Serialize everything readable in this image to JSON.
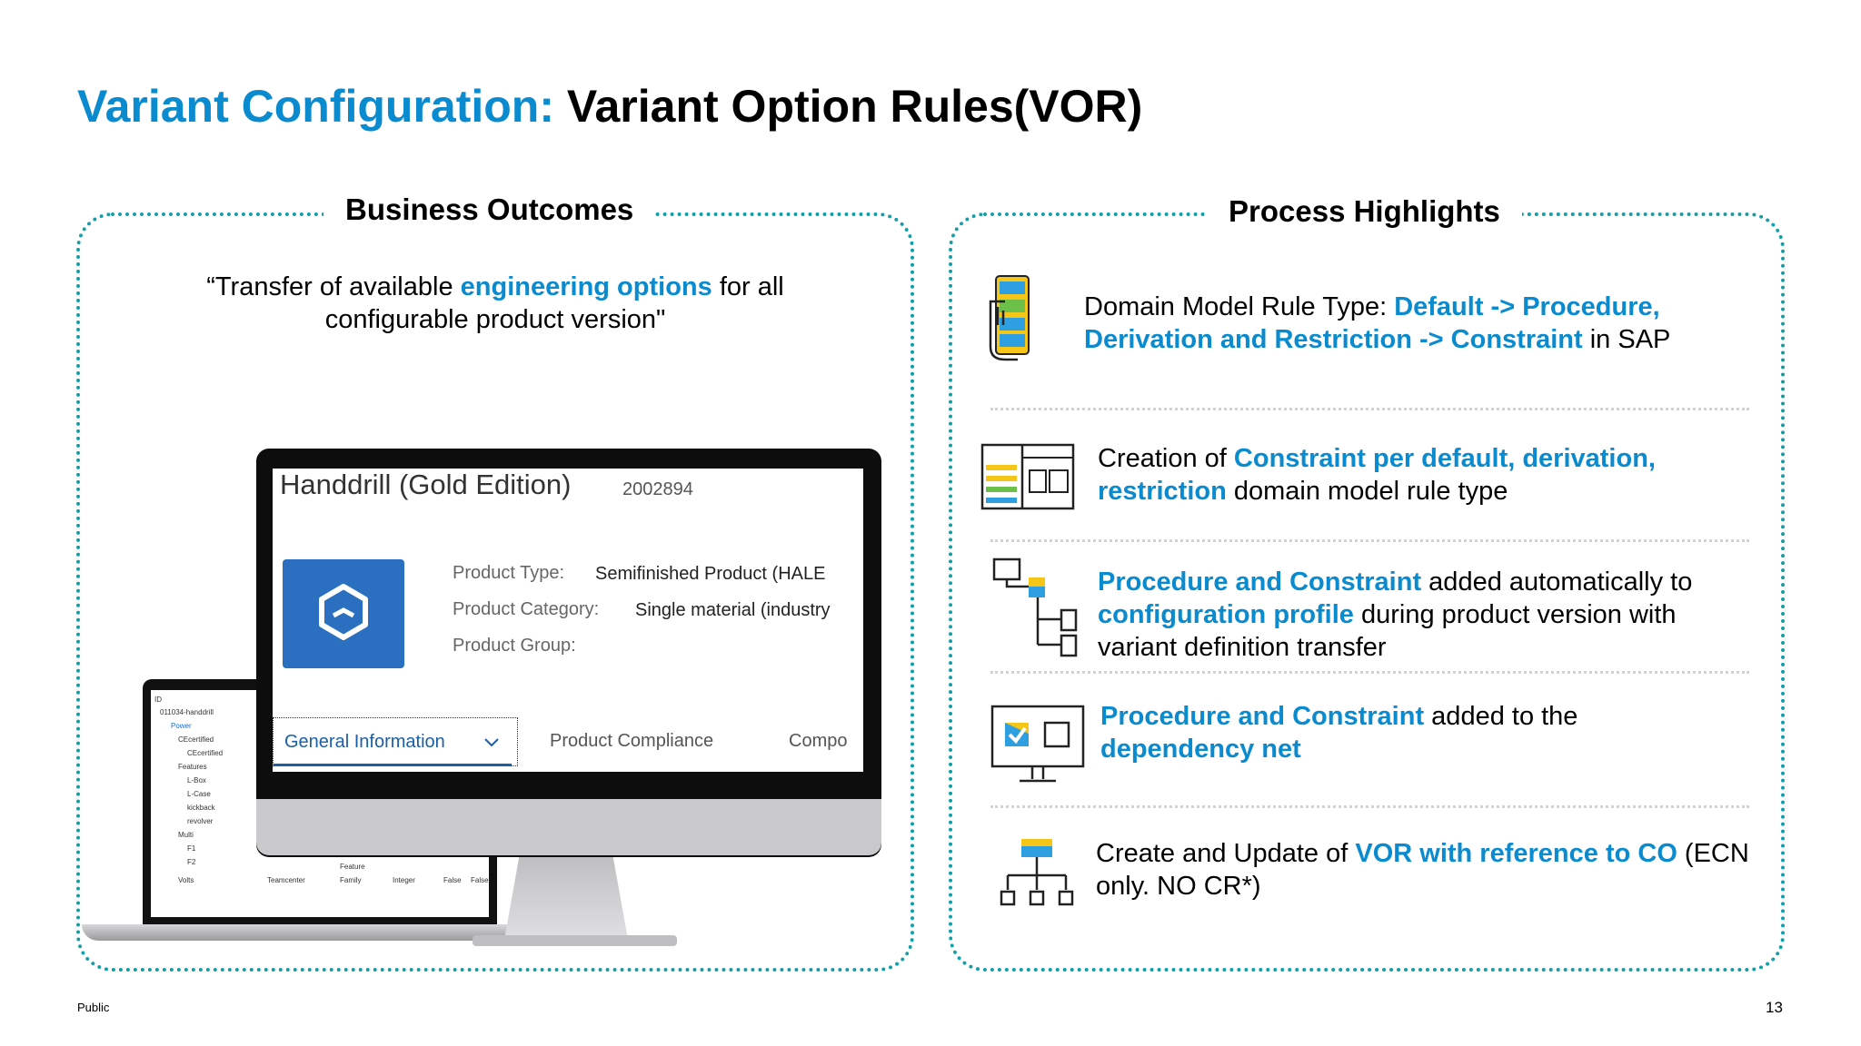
{
  "title": {
    "prefix": "Variant Configuration:",
    "main": "Variant Option Rules(VOR)"
  },
  "left_panel": {
    "heading": "Business Outcomes",
    "quote": {
      "part1": "“Transfer of available ",
      "highlight": "engineering options",
      "part2": " for all configurable product version\""
    },
    "product_screen": {
      "name": "Handdrill (Gold Edition)",
      "number": "2002894",
      "fields": [
        {
          "label": "Product Type:",
          "value": "Semifinished Product (HALE"
        },
        {
          "label": "Product Category:",
          "value": "Single material (industry"
        },
        {
          "label": "Product Group:",
          "value": ""
        }
      ],
      "tabs": [
        "General Information",
        "Product Compliance",
        "Compo"
      ]
    },
    "laptop_tree": {
      "header": "ID",
      "rows": [
        "011034-handdrill",
        "Power",
        "CEcertified",
        "CEcertified",
        "Features",
        "L-Box",
        "L-Case",
        "kickback",
        "revolver",
        "Multi",
        "F1",
        "F2",
        "Volts"
      ],
      "columns": [
        "Feature",
        "Teamcenter",
        "Family",
        "Integer",
        "False",
        "False"
      ]
    }
  },
  "right_panel": {
    "heading": "Process Highlights",
    "items": [
      {
        "icon": "checklist-touch-icon",
        "parts": [
          {
            "t": "Domain Model Rule Type: ",
            "h": false
          },
          {
            "t": "Default -> Procedure, Derivation and Restriction -> Constraint",
            "h": true
          },
          {
            "t": " in SAP",
            "h": false
          }
        ]
      },
      {
        "icon": "constraint-window-icon",
        "parts": [
          {
            "t": "Creation of ",
            "h": false
          },
          {
            "t": "Constraint per default, derivation, restriction",
            "h": true
          },
          {
            "t": " domain model rule type",
            "h": false
          }
        ]
      },
      {
        "icon": "document-tree-icon",
        "parts": [
          {
            "t": "Procedure and Constraint",
            "h": true
          },
          {
            "t": " added automatically to ",
            "h": false
          },
          {
            "t": "configuration profile",
            "h": true
          },
          {
            "t": " during product version with variant definition transfer",
            "h": false
          }
        ]
      },
      {
        "icon": "monitor-checkbox-icon",
        "parts": [
          {
            "t": "Procedure and Constraint",
            "h": true
          },
          {
            "t": " added to the ",
            "h": false
          },
          {
            "t": "dependency net",
            "h": true
          }
        ]
      },
      {
        "icon": "hierarchy-icon",
        "parts": [
          {
            "t": "Create and Update of ",
            "h": false
          },
          {
            "t": "VOR with reference to CO",
            "h": true
          },
          {
            "t": " (ECN only. NO CR*)",
            "h": false
          }
        ]
      }
    ]
  },
  "footer": {
    "classification": "Public",
    "page": "13"
  },
  "colors": {
    "accent": "#0a8bcf",
    "border": "#139fa8",
    "tile": "#2a6fc0"
  }
}
